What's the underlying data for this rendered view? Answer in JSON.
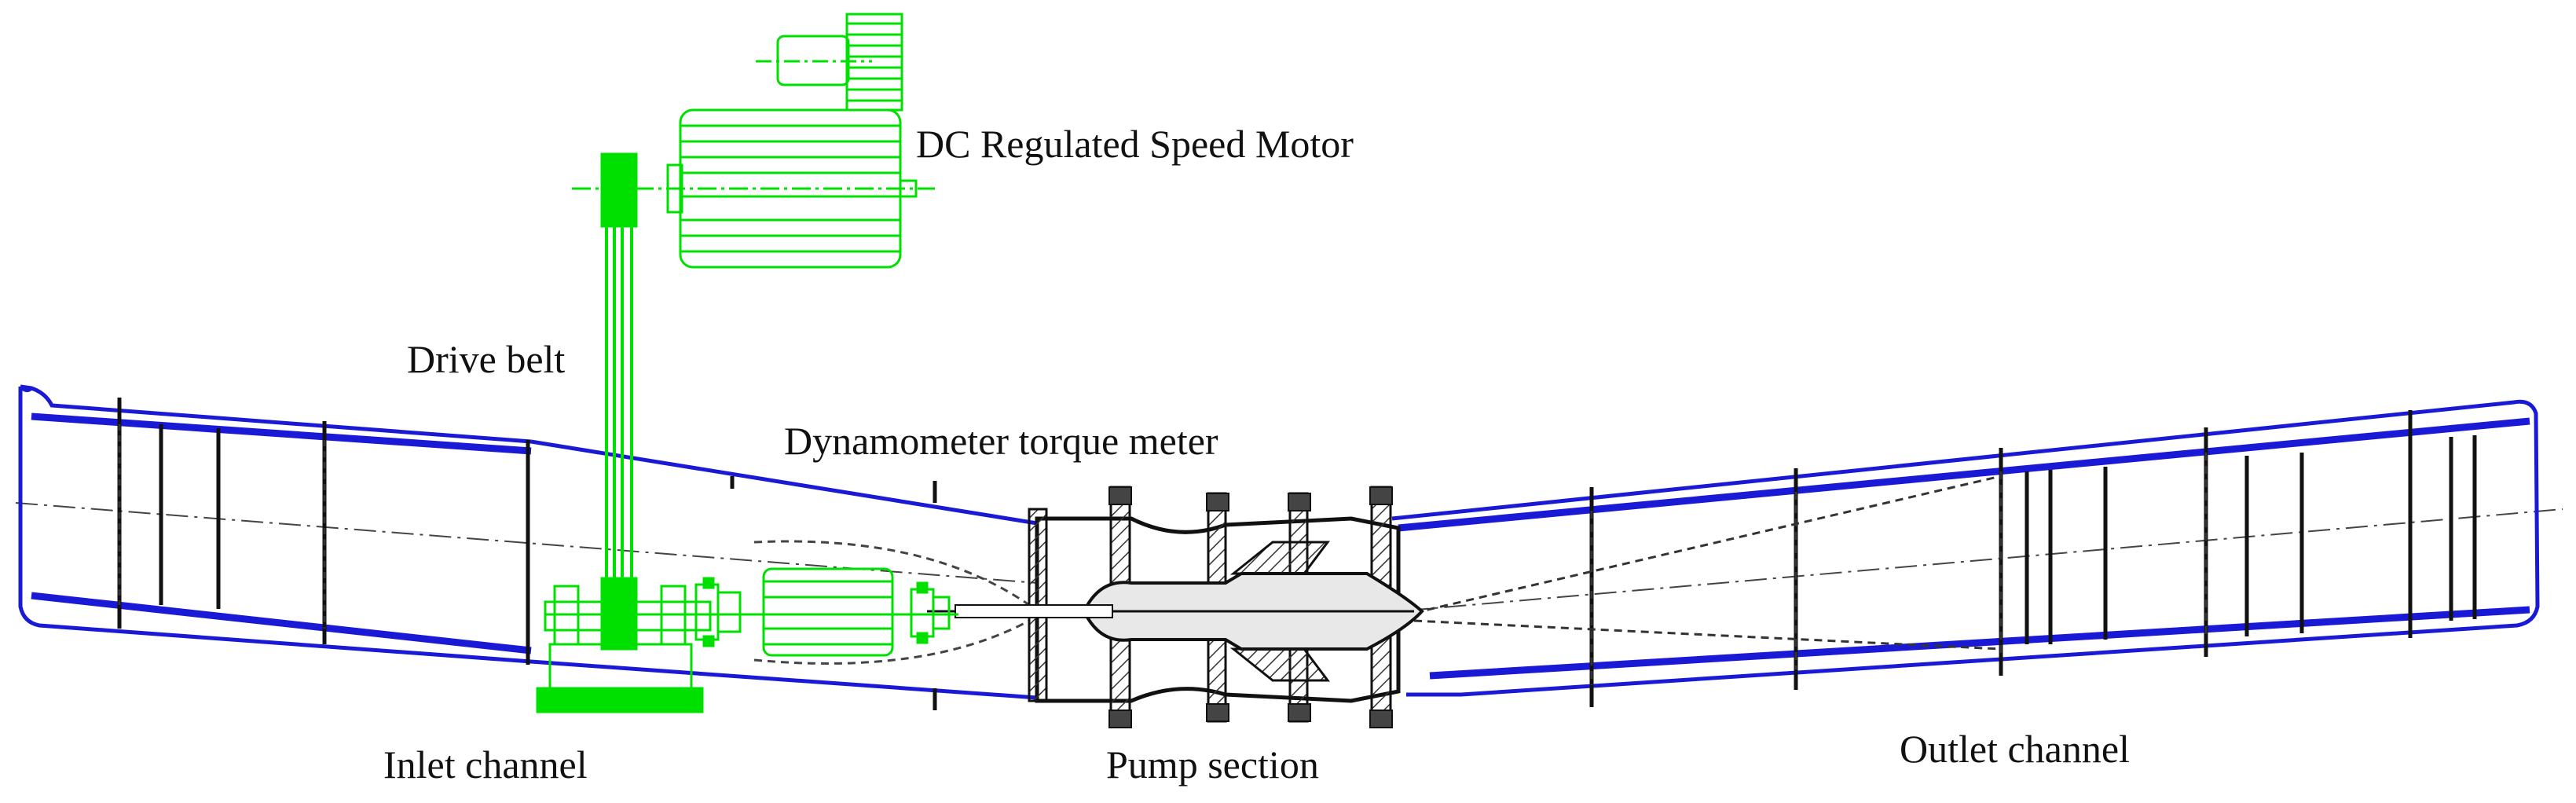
{
  "labels": {
    "motor": "DC Regulated Speed Motor",
    "belt": "Drive belt",
    "torque_meter": "Dynamometer torque meter",
    "inlet": "Inlet channel",
    "pump": "Pump section",
    "outlet": "Outlet channel"
  },
  "colors": {
    "channel_outline": "#1a1ad6",
    "drive_train": "#00e000",
    "hardware": "#222222",
    "background": "#ffffff"
  }
}
